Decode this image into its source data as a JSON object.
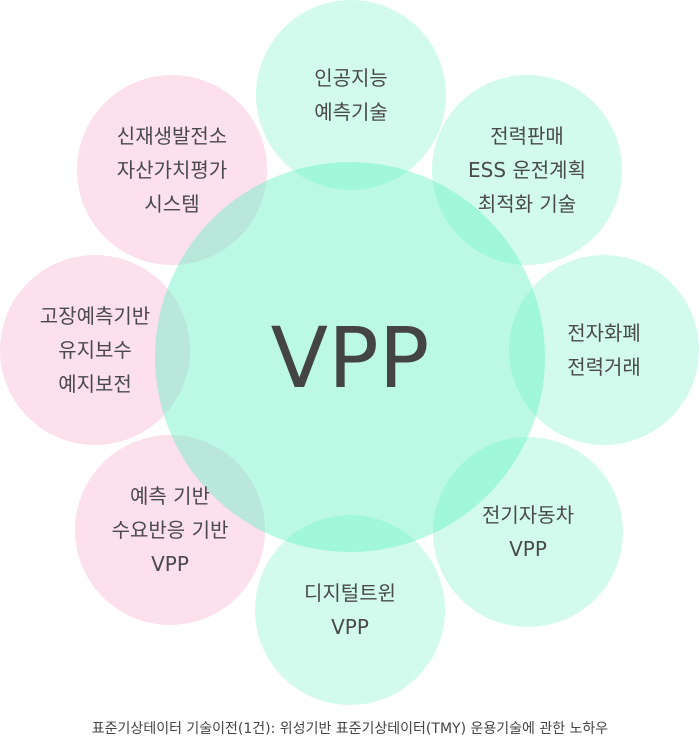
{
  "center": {
    "label": "VPP",
    "color": "#5ef0c0"
  },
  "colors": {
    "green": "#5ef0c0",
    "pink": "#f9c6dc"
  },
  "petals": [
    {
      "id": "ai-forecast",
      "color": "green",
      "lines": [
        "인공지능",
        "예측기술"
      ]
    },
    {
      "id": "ess-optimization",
      "color": "green",
      "lines": [
        "전력판매",
        "ESS 운전계획",
        "최적화 기술"
      ]
    },
    {
      "id": "digital-currency",
      "color": "green",
      "lines": [
        "전자화폐",
        "전력거래"
      ]
    },
    {
      "id": "electric-vehicle",
      "color": "green",
      "lines": [
        "전기자동차",
        "VPP"
      ]
    },
    {
      "id": "digital-twin",
      "color": "green",
      "lines": [
        "디지털트윈",
        "VPP"
      ]
    },
    {
      "id": "demand-response",
      "color": "pink",
      "lines": [
        "예측 기반",
        "수요반응 기반",
        "VPP"
      ]
    },
    {
      "id": "predictive-maint",
      "color": "pink",
      "lines": [
        "고장예측기반",
        "유지보수",
        "예지보전"
      ]
    },
    {
      "id": "renewable-asset",
      "color": "pink",
      "lines": [
        "신재생발전소",
        "자산가치평가",
        "시스템"
      ]
    }
  ],
  "caption": "표준기상테이터 기술이전(1건): 위성기반 표준기상테이터(TMY) 운용기술에 관한 노하우"
}
